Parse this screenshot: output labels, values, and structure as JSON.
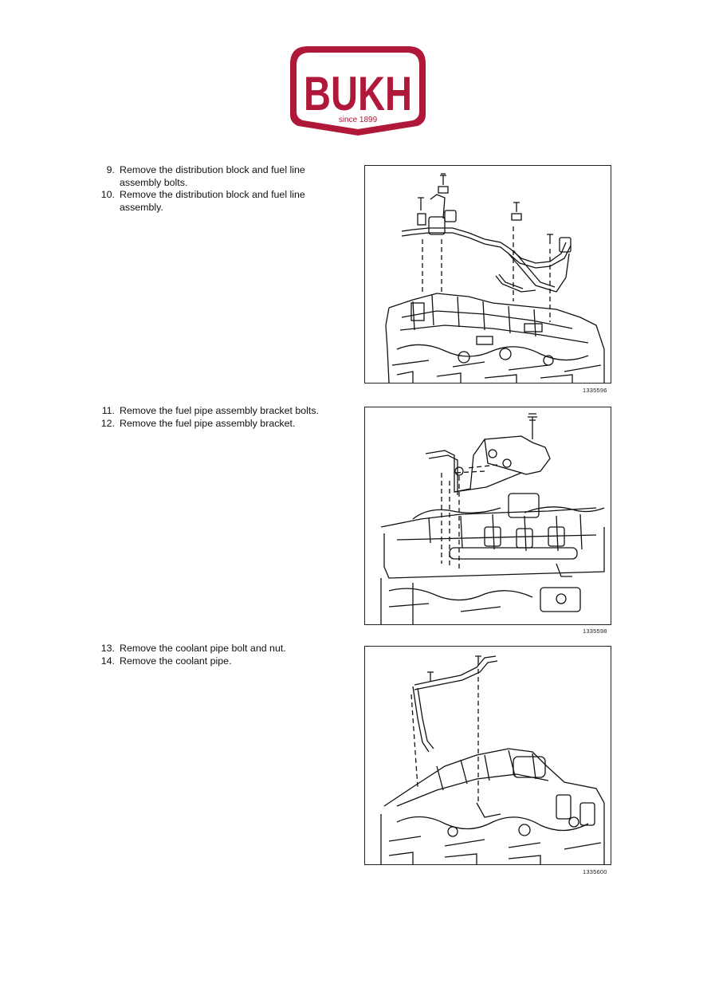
{
  "brand": {
    "name": "BUKH",
    "tagline": "since 1899",
    "color": "#b0183a"
  },
  "sections": [
    {
      "steps": [
        {
          "num": "9.",
          "text": "Remove the distribution block and fuel line assembly bolts."
        },
        {
          "num": "10.",
          "text": "Remove the distribution block and fuel line assembly."
        }
      ],
      "figure_id": "1335596"
    },
    {
      "steps": [
        {
          "num": "11.",
          "text": "Remove the fuel pipe assembly bracket bolts."
        },
        {
          "num": "12.",
          "text": "Remove the fuel pipe assembly bracket."
        }
      ],
      "figure_id": "1335598"
    },
    {
      "steps": [
        {
          "num": "13.",
          "text": "Remove the coolant pipe bolt and nut."
        },
        {
          "num": "14.",
          "text": "Remove the coolant pipe."
        }
      ],
      "figure_id": "1335600"
    }
  ]
}
